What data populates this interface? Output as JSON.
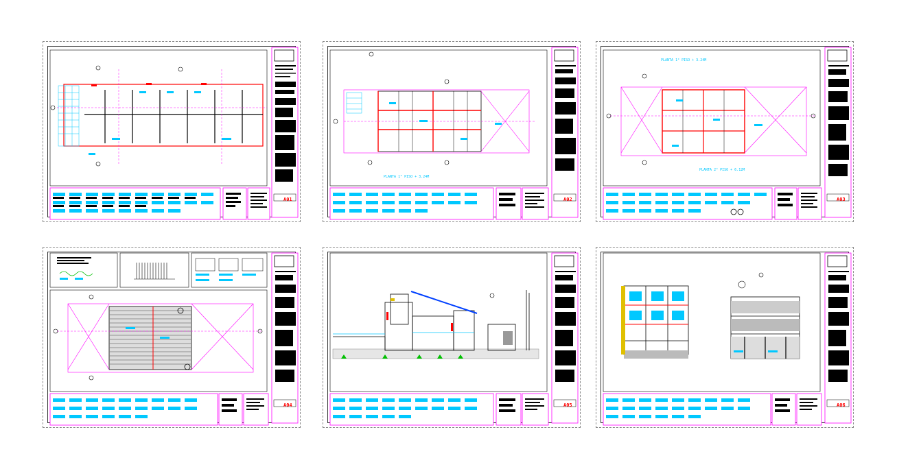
{
  "colors": {
    "wall_red": "#ff0000",
    "magenta": "#ff00ff",
    "cyan": "#00c8ff",
    "blue_dim": "#0040ff",
    "black": "#000000",
    "green": "#00c000",
    "yellow": "#e0c000"
  },
  "sheets": [
    {
      "code": "A01",
      "type": "plan"
    },
    {
      "code": "A02",
      "type": "plan",
      "annotation": "PLANTA 1° PISO + 3.24M"
    },
    {
      "code": "A03",
      "type": "plan",
      "annotation_top": "PLANTA 1° PISO + 3.24M",
      "annotation_bottom": "PLANTA 2° PISO + 6.12M"
    },
    {
      "code": "A04",
      "type": "roof"
    },
    {
      "code": "A05",
      "type": "section"
    },
    {
      "code": "A06",
      "type": "elevation"
    }
  ]
}
